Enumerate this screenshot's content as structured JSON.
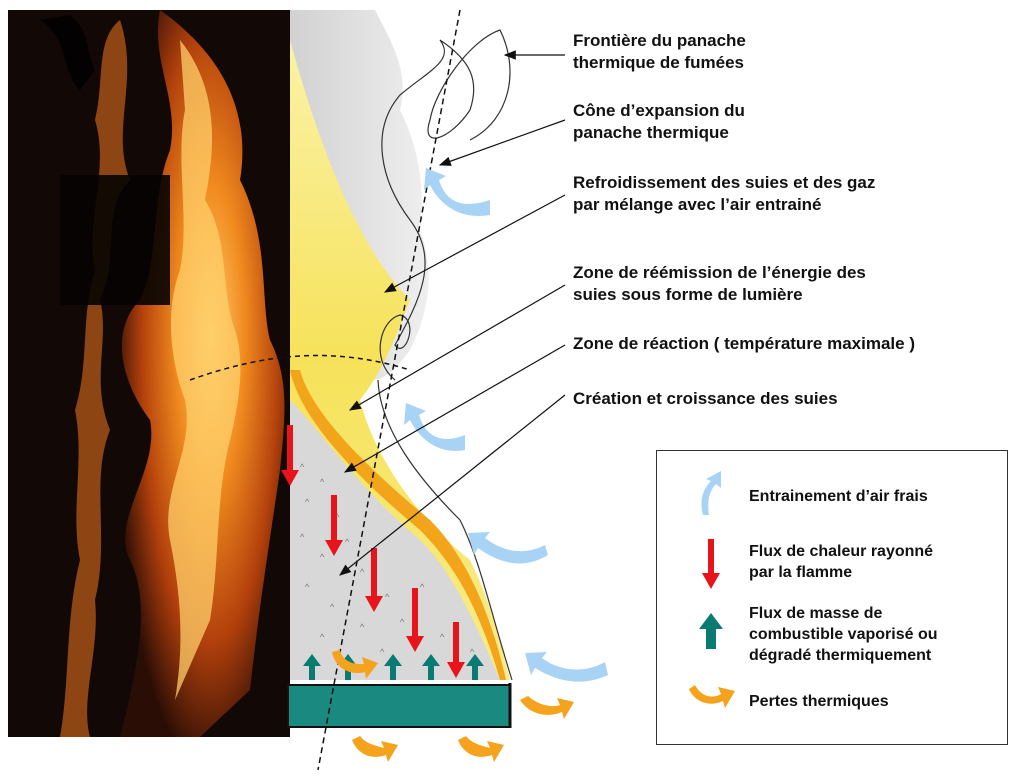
{
  "labels": {
    "plume_boundary": "Frontière du panache\nthermique de fumées",
    "expansion_cone": "Cône d’expansion du\npanache thermique",
    "cooling": "Refroidissement des suies et des gaz\npar mélange avec l’air entrainé",
    "reemission": "Zone de réémission de l’énergie des\nsuies sous forme de lumière",
    "reaction": "Zone de réaction ( température maximale )",
    "soot_creation": "Création et croissance des suies"
  },
  "legend": {
    "fresh_air": "Entrainement d’air frais",
    "radiated_heat": "Flux de chaleur rayonné\npar la flamme",
    "mass_flux": "Flux de masse de\ncombustible vaporisé ou\ndégradé thermiquement",
    "thermal_losses": "Pertes thermiques"
  },
  "colors": {
    "air": "#a9d3f5",
    "heat": "#e8141c",
    "mass": "#0a7b73",
    "loss": "#f5a21c",
    "reaction": "#f2a51a",
    "fuel": "#1a8a80",
    "flame_yellow": "#f7e65a"
  },
  "icons": [
    "fresh-air-arrow-icon",
    "heat-flux-arrow-icon",
    "mass-flux-arrow-icon",
    "thermal-loss-arrow-icon"
  ]
}
